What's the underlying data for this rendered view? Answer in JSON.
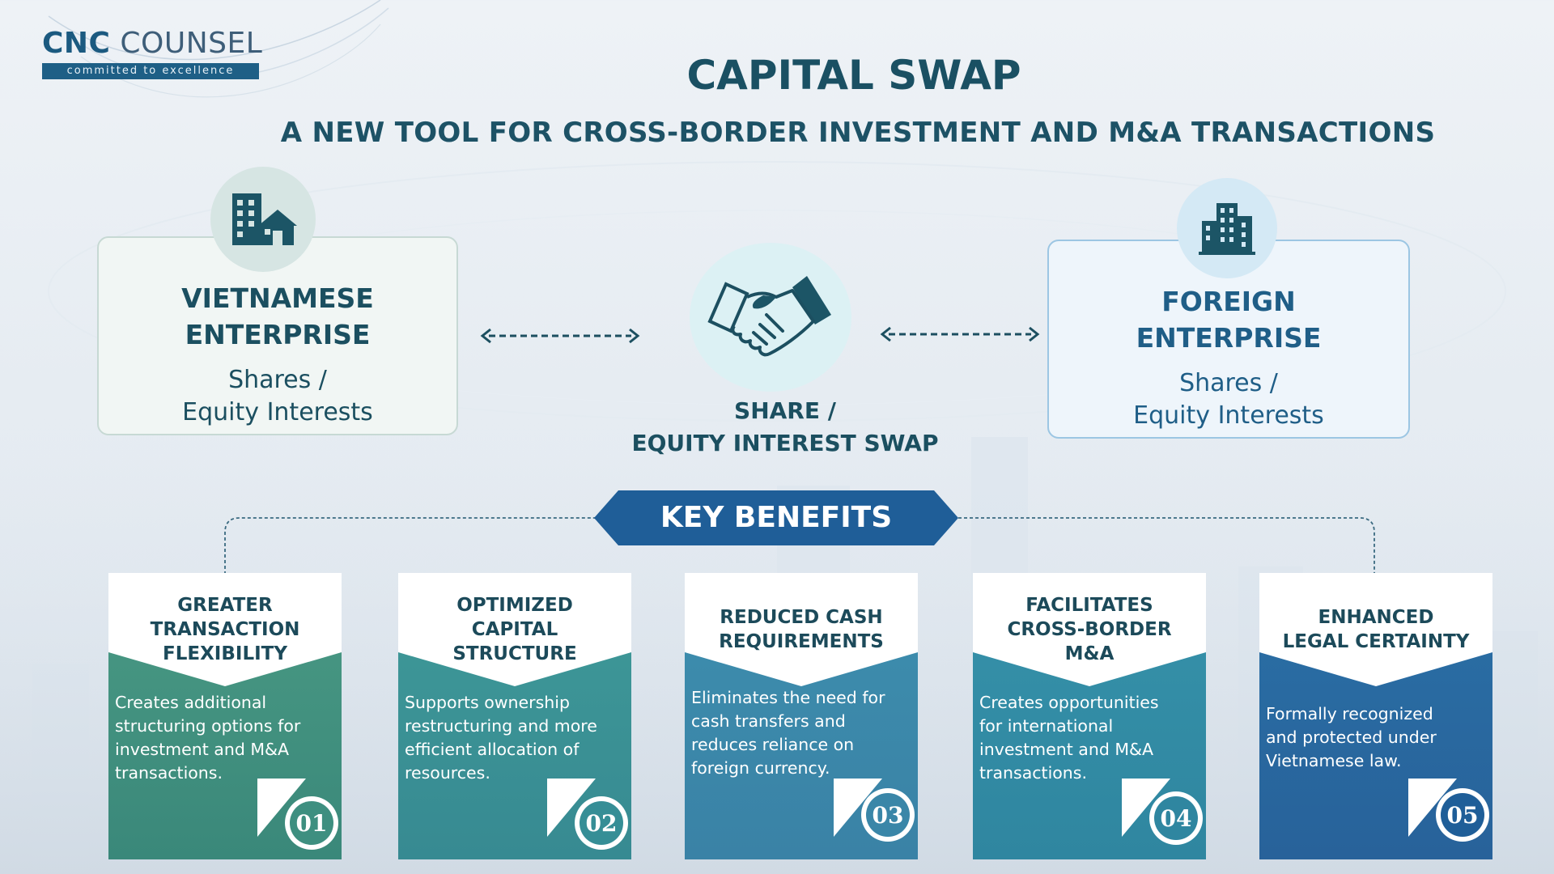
{
  "logo": {
    "brand_bold": "CNC",
    "brand_light": "COUNSEL",
    "tagline": "committed to excellence"
  },
  "title": "CAPITAL SWAP",
  "subtitle": "A NEW TOOL FOR CROSS-BORDER INVESTMENT AND M&A TRANSACTIONS",
  "left_entity": {
    "title_line1": "VIETNAMESE",
    "title_line2": "ENTERPRISE",
    "sub_line1": "Shares /",
    "sub_line2": "Equity Interests"
  },
  "right_entity": {
    "title_line1": "FOREIGN",
    "title_line2": "ENTERPRISE",
    "sub_line1": "Shares /",
    "sub_line2": "Equity Interests"
  },
  "center": {
    "line1": "SHARE /",
    "line2": "EQUITY INTEREST SWAP",
    "icon": "handshake-icon"
  },
  "key_benefits_label": "KEY BENEFITS",
  "colors": {
    "primary": "#1a5063",
    "banner": "#1f5e98",
    "card1": "#3f8f82",
    "card2": "#3a8f9a",
    "card3": "#3a86a8",
    "card4": "#2f8aa0",
    "card5": "#2a68a0"
  },
  "benefits": [
    {
      "title_lines": [
        "GREATER",
        "TRANSACTION",
        "FLEXIBILITY"
      ],
      "desc_lines": [
        "Creates additional",
        "structuring options for",
        "investment and M&A",
        "transactions."
      ],
      "number": "01"
    },
    {
      "title_lines": [
        "OPTIMIZED",
        "CAPITAL",
        "STRUCTURE"
      ],
      "desc_lines": [
        "Supports ownership",
        "restructuring and more",
        "efficient allocation of",
        "resources."
      ],
      "number": "02"
    },
    {
      "title_lines": [
        "REDUCED CASH",
        "REQUIREMENTS"
      ],
      "desc_lines": [
        "Eliminates the need for",
        "cash transfers and",
        "reduces reliance on",
        "foreign currency."
      ],
      "number": "03"
    },
    {
      "title_lines": [
        "FACILITATES",
        "CROSS-BORDER",
        "M&A"
      ],
      "desc_lines": [
        "Creates opportunities",
        "for international",
        "investment and M&A",
        "transactions."
      ],
      "number": "04"
    },
    {
      "title_lines": [
        "ENHANCED",
        "LEGAL CERTAINTY"
      ],
      "desc_lines": [
        "Formally recognized",
        "and protected under",
        "Vietnamese law."
      ],
      "number": "05"
    }
  ]
}
